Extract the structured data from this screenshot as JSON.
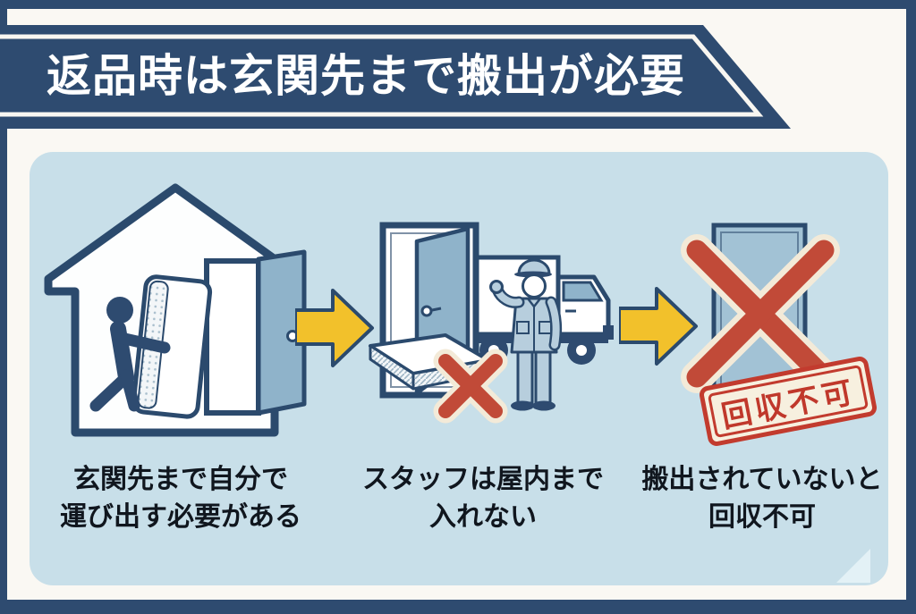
{
  "header": {
    "title": "返品時は玄関先まで搬出が必要"
  },
  "panel": {
    "steps": [
      {
        "illustration": "person carrying mattress to front door inside house",
        "caption": [
          "玄関先まで自分で",
          "運び出す必要がある"
        ]
      },
      {
        "illustration": "staff and truck wait outside, mattress at entrance, cannot enter",
        "caption": [
          "スタッフは屋内まで",
          "入れない"
        ]
      },
      {
        "illustration": "closed door crossed out, collection impossible",
        "caption": [
          "搬出されていないと",
          "回収不可"
        ],
        "stamp": "回収不可"
      }
    ]
  },
  "colors": {
    "frame_navy": "#2e4b70",
    "outline_navy": "#2b4a6d",
    "sheet_offwhite": "#faf8f3",
    "panel_blue": "#c8dfe9",
    "door_steel_blue": "#8fb3ca",
    "door_panel3": "#a2c2d5",
    "arrow_yellow": "#f2c12b",
    "cross_red": "#c14a38",
    "stamp_red": "#c23b2e",
    "stamp_cream": "#f7f0df",
    "uniform_blue": "#b7cedd",
    "caption_text": "#10161e"
  }
}
